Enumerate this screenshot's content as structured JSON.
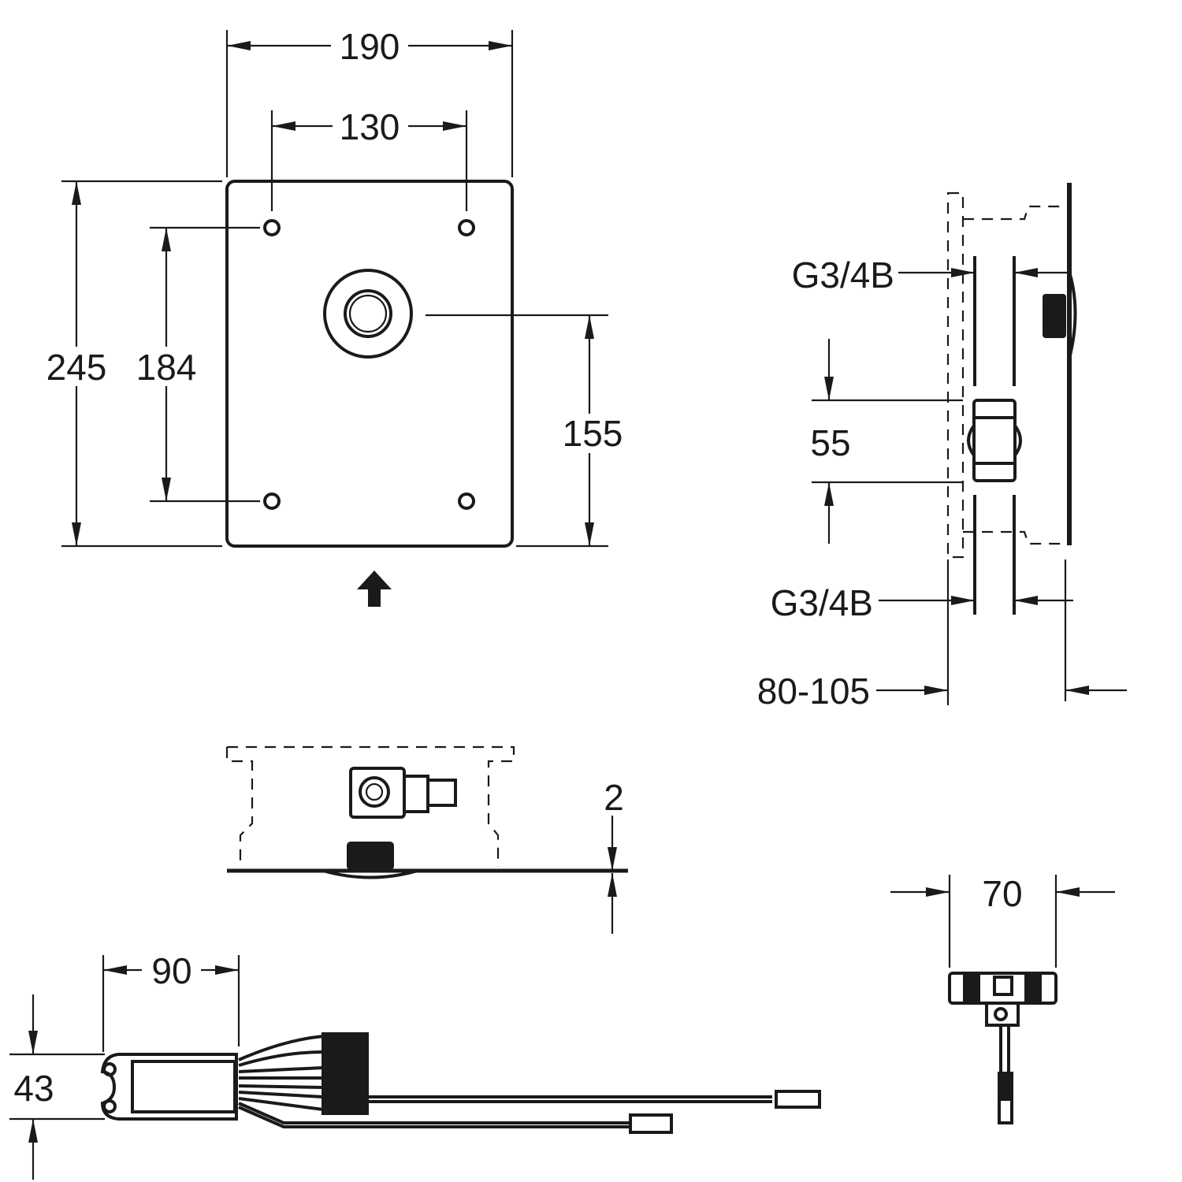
{
  "drawing": {
    "front_view": {
      "width": "190",
      "hole_spacing_x": "130",
      "height": "245",
      "hole_spacing_y": "184",
      "outlet_height": "155"
    },
    "side_view": {
      "thread_top": "G3/4B",
      "fitting_length": "55",
      "thread_bottom": "G3/4B",
      "wall_depth": "80-105"
    },
    "bottom_view": {
      "plate_thickness": "2"
    },
    "control_unit": {
      "length": "90",
      "height": "43"
    },
    "connector": {
      "width": "70"
    }
  }
}
